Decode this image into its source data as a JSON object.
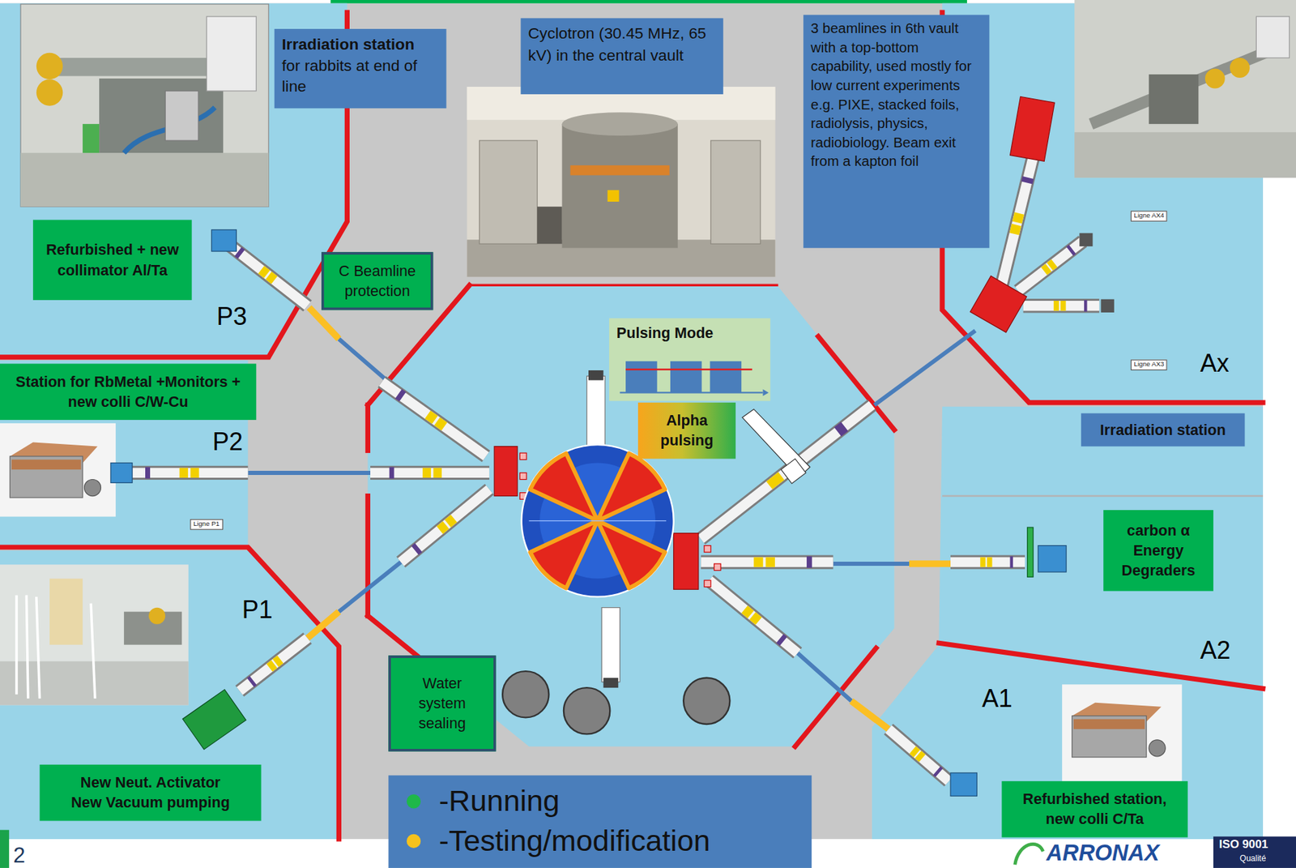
{
  "diagram": {
    "nodes": [
      {
        "text": [
          "Irradiation station",
          "for rabbits at end of line"
        ]
      },
      {
        "text": [
          "Cyclotron (30.45 MHz, 65 kV) in the central vault"
        ]
      },
      {
        "text": [
          "3 beamlines in 6th vault with a top-bottom capability, used mostly for low current experiments e.g. PIXE, stacked foils, radiolysis, physics, radiobiology. Beam exit from a kapton foil"
        ]
      },
      {
        "text": [
          "Refurbished + new collimator Al/Ta"
        ]
      },
      {
        "text": [
          "C Beamline protection"
        ]
      },
      {
        "text": [
          "Station for RbMetal +Monitors + new colli C/W-Cu"
        ]
      },
      {
        "text": [
          "Pulsing Mode"
        ]
      },
      {
        "text": [
          "Alpha pulsing"
        ]
      },
      {
        "text": [
          "Irradiation station"
        ]
      },
      {
        "text": [
          "carbon α Energy Degraders"
        ]
      },
      {
        "text": [
          "Water system sealing"
        ]
      },
      {
        "text": [
          "New Neut. Activator",
          "New Vacuum pumping"
        ]
      },
      {
        "text": [
          "Refurbished station, new colli C/Ta"
        ]
      }
    ],
    "labels": [
      "P3",
      "P2",
      "P1",
      "Ax",
      "A2",
      "A1",
      "Ligne AX4",
      "Ligne AX3",
      "Ligne P1",
      "2",
      "ARRONAX",
      "ISO 9001",
      "Qualité"
    ],
    "legend": [
      {
        "text": "-Running",
        "color": "#1fb84a"
      },
      {
        "text": "-Testing/modification",
        "color": "#f6c21c"
      }
    ]
  }
}
